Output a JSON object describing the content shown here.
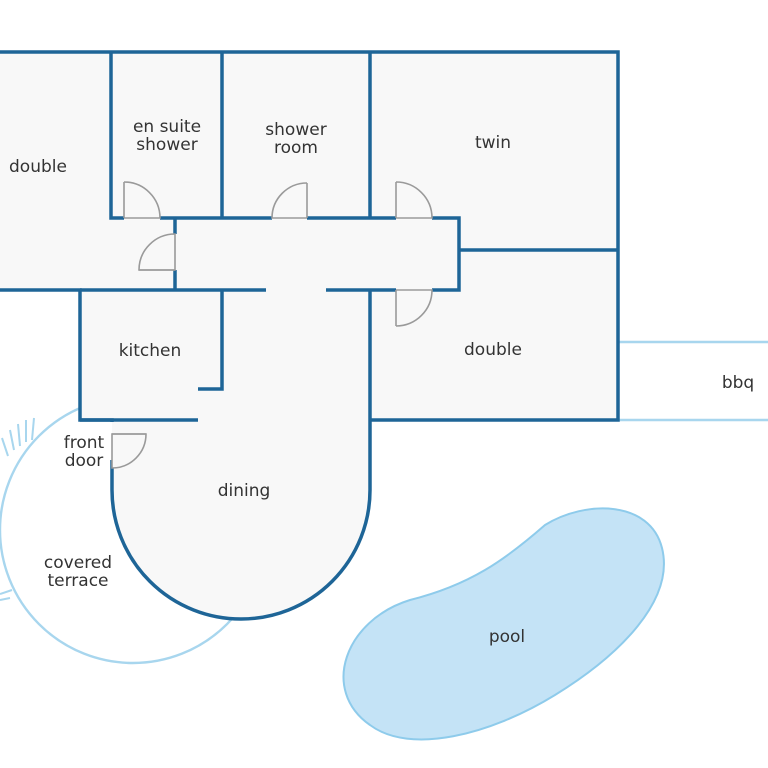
{
  "colors": {
    "wall": "#1e6597",
    "floor": "#f8f8f8",
    "outdoor_line": "#a8d6ee",
    "pool_fill": "#c4e3f6",
    "pool_stroke": "#8ecbeb",
    "door": "#9a9a9a",
    "label": "#333333"
  },
  "rooms": {
    "double_left": {
      "label": "double"
    },
    "en_suite": {
      "line1": "en suite",
      "line2": "shower"
    },
    "shower_room": {
      "line1": "shower",
      "line2": "room"
    },
    "twin": {
      "label": "twin"
    },
    "double_right": {
      "label": "double"
    },
    "kitchen": {
      "label": "kitchen"
    },
    "dining": {
      "label": "dining"
    },
    "bbq": {
      "label": "bbq"
    },
    "front_door": {
      "line1": "front",
      "line2": "door"
    },
    "covered_terrace": {
      "line1": "covered",
      "line2": "terrace"
    },
    "pool": {
      "label": "pool"
    }
  }
}
